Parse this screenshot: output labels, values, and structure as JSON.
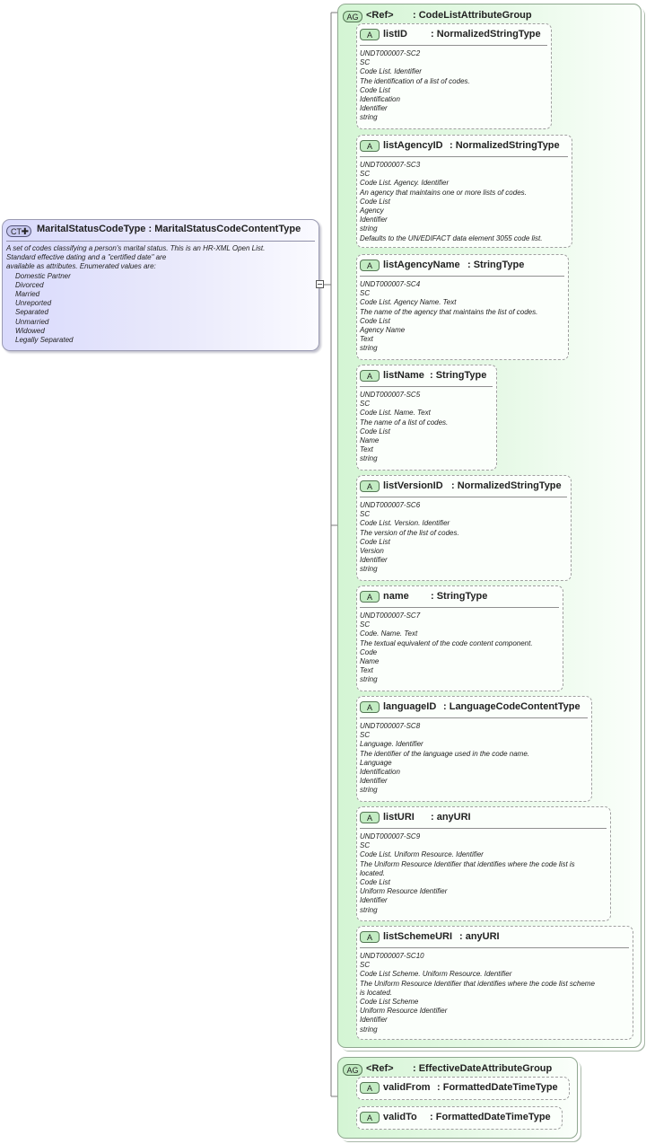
{
  "complex_type": {
    "badge": "CT",
    "name": "MaritalStatusCodeType",
    "type": ": MaritalStatusCodeContentType",
    "doc_lines": [
      "A set of codes classifying a person's marital status. This is an HR-XML Open List.",
      "Standard effective dating and a \"certified date\" are",
      "available as attributes. Enumerated values are:"
    ],
    "enum_values": [
      "Domestic Partner",
      "Divorced",
      "Married",
      "Unreported",
      "Separated",
      "Unmarried",
      "Widowed",
      "Legally Separated"
    ]
  },
  "attribute_groups": [
    {
      "badge": "AG",
      "ref": "<Ref>",
      "type": ": CodeListAttributeGroup",
      "attributes": [
        {
          "badge": "A",
          "name": "listID",
          "type": ": NormalizedStringType",
          "doc": [
            "UNDT000007-SC2",
            "SC",
            "Code List. Identifier",
            "The identification of a list of codes.",
            "Code List",
            "Identification",
            "Identifier",
            "string"
          ]
        },
        {
          "badge": "A",
          "name": "listAgencyID",
          "type": ": NormalizedStringType",
          "doc": [
            "UNDT000007-SC3",
            "SC",
            "Code List. Agency. Identifier",
            "An agency that maintains one or more lists of codes.",
            "Code List",
            "Agency",
            "Identifier",
            "string",
            "Defaults to the UN/EDIFACT data element 3055 code list."
          ]
        },
        {
          "badge": "A",
          "name": "listAgencyName",
          "type": ": StringType",
          "doc": [
            "UNDT000007-SC4",
            "SC",
            "Code List. Agency Name. Text",
            "The name of the agency that maintains the list of codes.",
            "Code List",
            "Agency Name",
            "Text",
            "string"
          ]
        },
        {
          "badge": "A",
          "name": "listName",
          "type": ": StringType",
          "doc": [
            "UNDT000007-SC5",
            "SC",
            "Code List. Name. Text",
            "The name of a list of codes.",
            "Code List",
            "Name",
            "Text",
            "string"
          ]
        },
        {
          "badge": "A",
          "name": "listVersionID",
          "type": ": NormalizedStringType",
          "doc": [
            "UNDT000007-SC6",
            "SC",
            "Code List. Version. Identifier",
            "The version of the list of codes.",
            "Code List",
            "Version",
            "Identifier",
            "string"
          ]
        },
        {
          "badge": "A",
          "name": "name",
          "type": ": StringType",
          "doc": [
            "UNDT000007-SC7",
            "SC",
            "Code. Name. Text",
            "The textual equivalent of the code content component.",
            "Code",
            "Name",
            "Text",
            "string"
          ]
        },
        {
          "badge": "A",
          "name": "languageID",
          "type": ": LanguageCodeContentType",
          "doc": [
            "UNDT000007-SC8",
            "SC",
            "Language. Identifier",
            "The identifier of the language used in the code name.",
            "Language",
            "Identification",
            "Identifier",
            "string"
          ]
        },
        {
          "badge": "A",
          "name": "listURI",
          "type": ": anyURI",
          "doc": [
            "UNDT000007-SC9",
            "SC",
            "Code List. Uniform Resource. Identifier",
            "The Uniform Resource Identifier that identifies where the code list is",
            "located.",
            "Code List",
            "Uniform Resource Identifier",
            "Identifier",
            "string"
          ]
        },
        {
          "badge": "A",
          "name": "listSchemeURI",
          "type": ": anyURI",
          "doc": [
            "UNDT000007-SC10",
            "SC",
            "Code List Scheme. Uniform Resource. Identifier",
            "The Uniform Resource Identifier that identifies where the code list scheme",
            "is located.",
            "Code List Scheme",
            "Uniform Resource Identifier",
            "Identifier",
            "string"
          ]
        }
      ]
    },
    {
      "badge": "AG",
      "ref": "<Ref>",
      "type": ": EffectiveDateAttributeGroup",
      "attributes": [
        {
          "badge": "A",
          "name": "validFrom",
          "type": ": FormattedDateTimeType",
          "doc": []
        },
        {
          "badge": "A",
          "name": "validTo",
          "type": ": FormattedDateTimeType",
          "doc": []
        }
      ]
    }
  ]
}
